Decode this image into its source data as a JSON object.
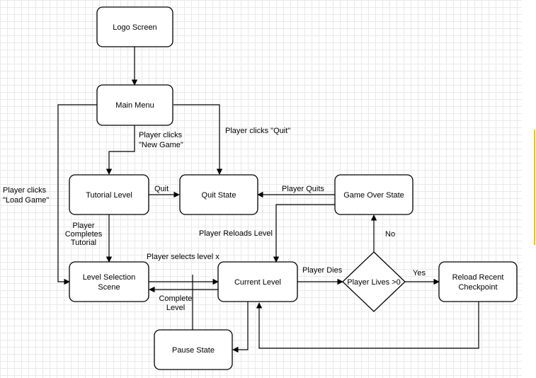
{
  "nodes": {
    "logo_screen": "Logo Screen",
    "main_menu": "Main Menu",
    "tutorial_level": "Tutorial Level",
    "quit_state": "Quit State",
    "game_over_state": "Game Over State",
    "level_selection": [
      "Level Selection",
      "Scene"
    ],
    "current_level": "Current Level",
    "player_lives": "Player Lives >0",
    "reload_checkpoint": [
      "Reload Recent",
      "Checkpoint"
    ],
    "pause_state": "Pause State"
  },
  "edges": {
    "new_game": [
      "Player clicks",
      "\"New Game\""
    ],
    "quit_click": "Player clicks \"Quit\"",
    "load_game": [
      "Player clicks",
      "\"Load Game\""
    ],
    "quit": "Quit",
    "player_quits": "Player Quits",
    "reloads_level": "Player Reloads Level",
    "completes_tutorial": [
      "Player",
      "Completes",
      "Tutorial"
    ],
    "selects_level": "Player selects level x",
    "player_dies": "Player Dies",
    "no": "No",
    "yes": "Yes",
    "complete_level": [
      "Complete",
      "Level"
    ]
  }
}
